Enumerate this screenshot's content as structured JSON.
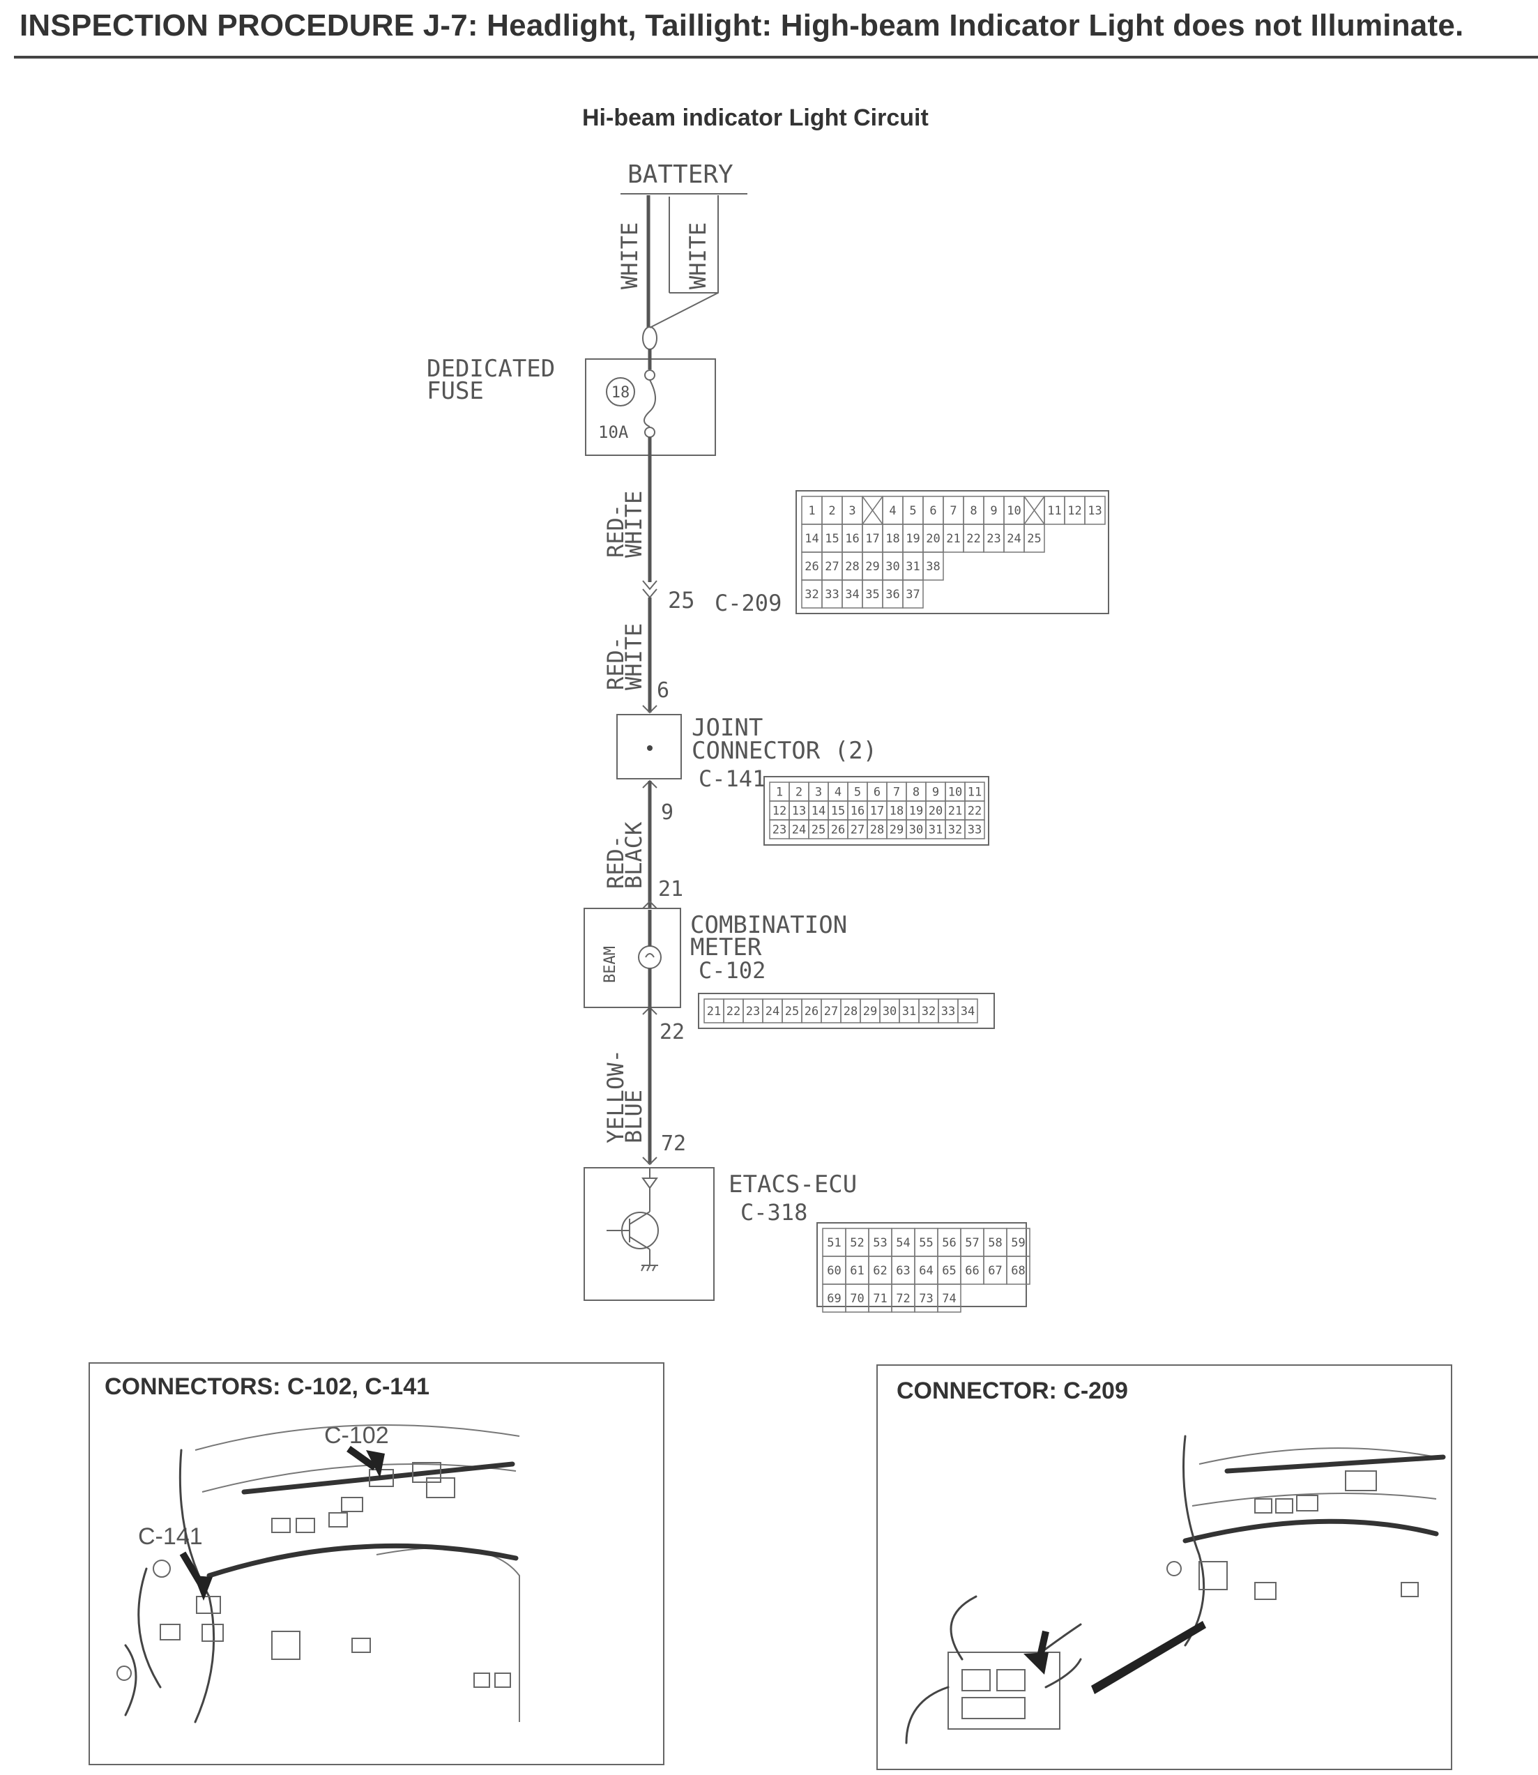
{
  "header": {
    "title": "INSPECTION PROCEDURE J-7: Headlight, Taillight: High-beam Indicator Light does not Illuminate."
  },
  "diagram": {
    "title": "Hi-beam indicator Light Circuit",
    "battery_label": "BATTERY",
    "wire_colors": {
      "battery_left": "WHITE",
      "battery_right": "WHITE",
      "fuse_to_c209_1": "RED-",
      "fuse_to_c209_2": "WHITE",
      "c209_to_joint_1": "RED-",
      "c209_to_joint_2": "WHITE",
      "joint_to_meter_1": "RED-",
      "joint_to_meter_2": "BLACK",
      "meter_to_ecu_1": "YELLOW-",
      "meter_to_ecu_2": "BLUE"
    },
    "fuse": {
      "label_line1": "DEDICATED",
      "label_line2": "FUSE",
      "number": "18",
      "rating": "10A"
    },
    "c209": {
      "pin": "25",
      "name": "C-209"
    },
    "joint_connector": {
      "label_line1": "JOINT",
      "label_line2": "CONNECTOR (2)",
      "name": "C-141",
      "pin_in": "6",
      "pin_out": "9"
    },
    "combination_meter": {
      "label_line1": "COMBINATION",
      "label_line2": "METER",
      "name": "C-102",
      "pin_in": "21",
      "pin_out": "22",
      "lamp_label": "BEAM"
    },
    "etacs": {
      "label": "ETACS-ECU",
      "name": "C-318",
      "pin": "72"
    },
    "c209_face": {
      "rows": [
        [
          "1",
          "2",
          "3",
          "",
          "4",
          "5",
          "6",
          "7",
          "8",
          "9",
          "10",
          "",
          "11",
          "12",
          "13"
        ],
        [
          "14",
          "15",
          "16",
          "17",
          "18",
          "19",
          "20",
          "21",
          "22",
          "23",
          "24",
          "25"
        ],
        [
          "26",
          "27",
          "28",
          "29",
          "30",
          "31",
          "38"
        ],
        [
          "32",
          "33",
          "34",
          "35",
          "36",
          "37"
        ]
      ]
    },
    "c141_face": {
      "rows": [
        [
          "1",
          "2",
          "3",
          "4",
          "5",
          "6",
          "7",
          "8",
          "9",
          "10",
          "11"
        ],
        [
          "12",
          "13",
          "14",
          "15",
          "16",
          "17",
          "18",
          "19",
          "20",
          "21",
          "22"
        ],
        [
          "23",
          "24",
          "25",
          "26",
          "27",
          "28",
          "29",
          "30",
          "31",
          "32",
          "33"
        ]
      ]
    },
    "c102_face": {
      "rows": [
        [
          "21",
          "22",
          "23",
          "24",
          "25",
          "26",
          "27",
          "28",
          "29",
          "30",
          "31",
          "32",
          "33",
          "34"
        ]
      ]
    },
    "c318_face": {
      "rows": [
        [
          "51",
          "52",
          "53",
          "54",
          "55",
          "56",
          "57",
          "58",
          "59"
        ],
        [
          "60",
          "61",
          "62",
          "63",
          "64",
          "65",
          "66",
          "67",
          "68"
        ],
        [
          "69",
          "70",
          "71",
          "72",
          "73",
          "74"
        ]
      ]
    }
  },
  "panels": {
    "left": {
      "title": "CONNECTORS: C-102, C-141",
      "callout_a": "C-102",
      "callout_b": "C-141"
    },
    "right": {
      "title": "CONNECTOR: C-209"
    }
  }
}
